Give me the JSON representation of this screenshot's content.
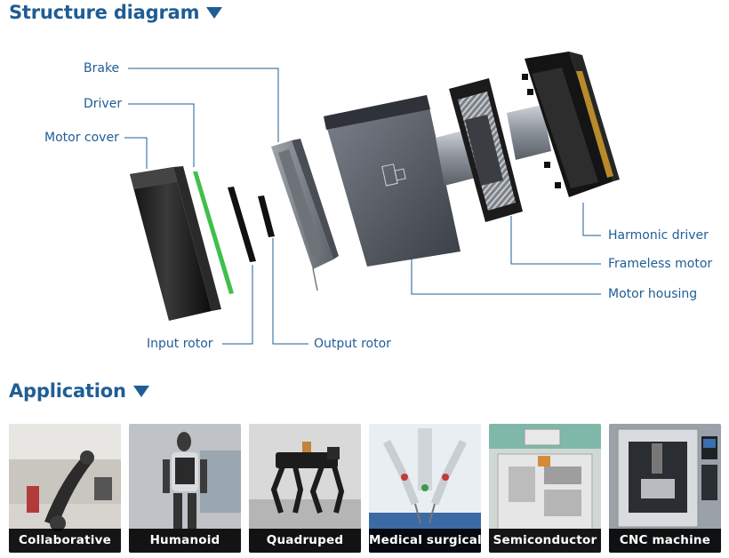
{
  "sections": {
    "structure_title": "Structure diagram",
    "application_title": "Application"
  },
  "diagram": {
    "labels": {
      "brake": "Brake",
      "driver": "Driver",
      "motor_cover": "Motor cover",
      "input_rotor": "Input rotor",
      "output_rotor": "Output rotor",
      "harmonic_driver": "Harmonic driver",
      "frameless_motor": "Frameless motor",
      "motor_housing": "Motor housing"
    }
  },
  "applications": [
    {
      "label": "Collaborative"
    },
    {
      "label": "Humanoid"
    },
    {
      "label": "Quadruped"
    },
    {
      "label": "Medical surgical"
    },
    {
      "label": "Semiconductor"
    },
    {
      "label": "CNC machine"
    }
  ],
  "colors": {
    "accent": "#1f5d96",
    "driver_board": "#3ec04a",
    "caption_bar": "#000000"
  }
}
